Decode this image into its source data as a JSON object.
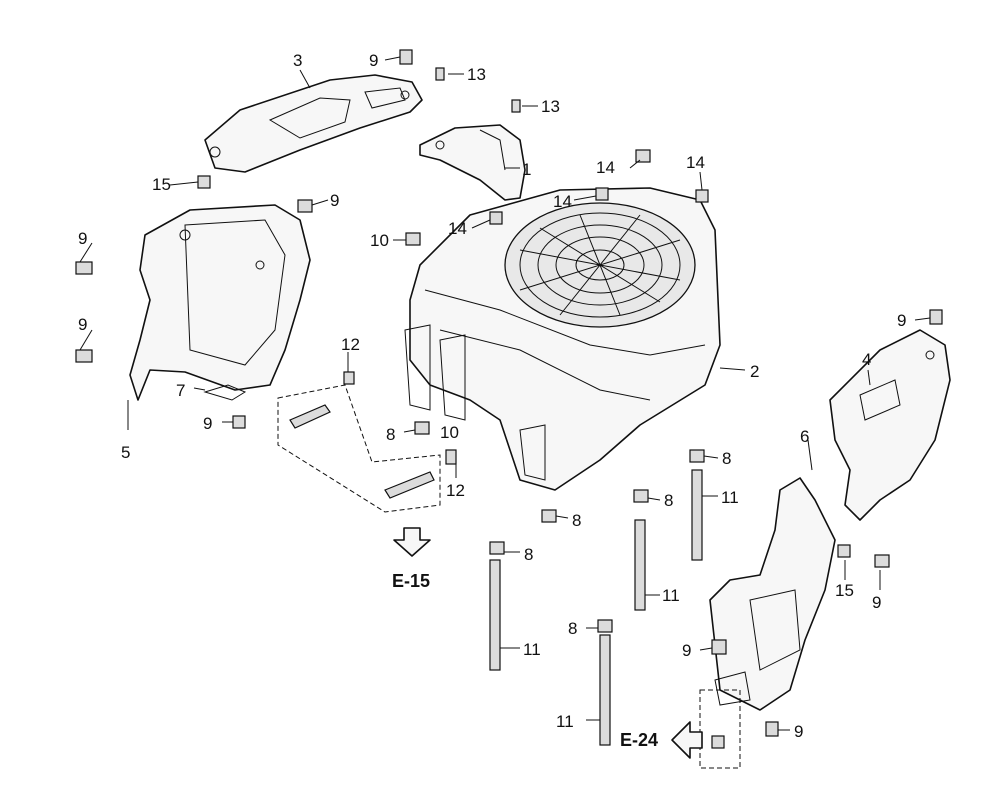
{
  "callouts": {
    "c1": "1",
    "c2": "2",
    "c3": "3",
    "c4": "4",
    "c5": "5",
    "c6": "6",
    "c7": "7",
    "c8a": "8",
    "c8b": "8",
    "c8c": "8",
    "c8d": "8",
    "c8e": "8",
    "c8f": "8",
    "c9a": "9",
    "c9b": "9",
    "c9c": "9",
    "c9d": "9",
    "c9e": "9",
    "c9f": "9",
    "c9g": "9",
    "c9h": "9",
    "c9i": "9",
    "c10a": "10",
    "c10b": "10",
    "c11a": "11",
    "c11b": "11",
    "c11c": "11",
    "c11d": "11",
    "c12a": "12",
    "c12b": "12",
    "c13a": "13",
    "c13b": "13",
    "c14a": "14",
    "c14b": "14",
    "c14c": "14",
    "c14d": "14",
    "c15a": "15",
    "c15b": "15"
  },
  "references": {
    "e15": "E-15",
    "e24": "E-24"
  }
}
